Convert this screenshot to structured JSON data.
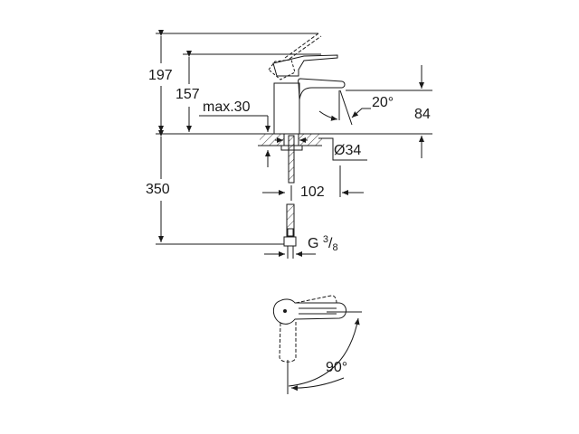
{
  "drawing": {
    "subject": "single-lever basin mixer dimension drawing",
    "line_color": "#1a1a1a",
    "background": "#ffffff"
  },
  "dimensions": {
    "total_height": "197",
    "spout_height": "157",
    "max_deck_thickness": "max.30",
    "spout_angle": "20°",
    "spout_outlet_height": "84",
    "hole_diameter": "Ø34",
    "projection": "102",
    "hose_length": "350",
    "connection_prefix": "G",
    "connection_num": "3",
    "connection_slash": "/",
    "connection_den": "8",
    "lever_rotation": "90°"
  }
}
